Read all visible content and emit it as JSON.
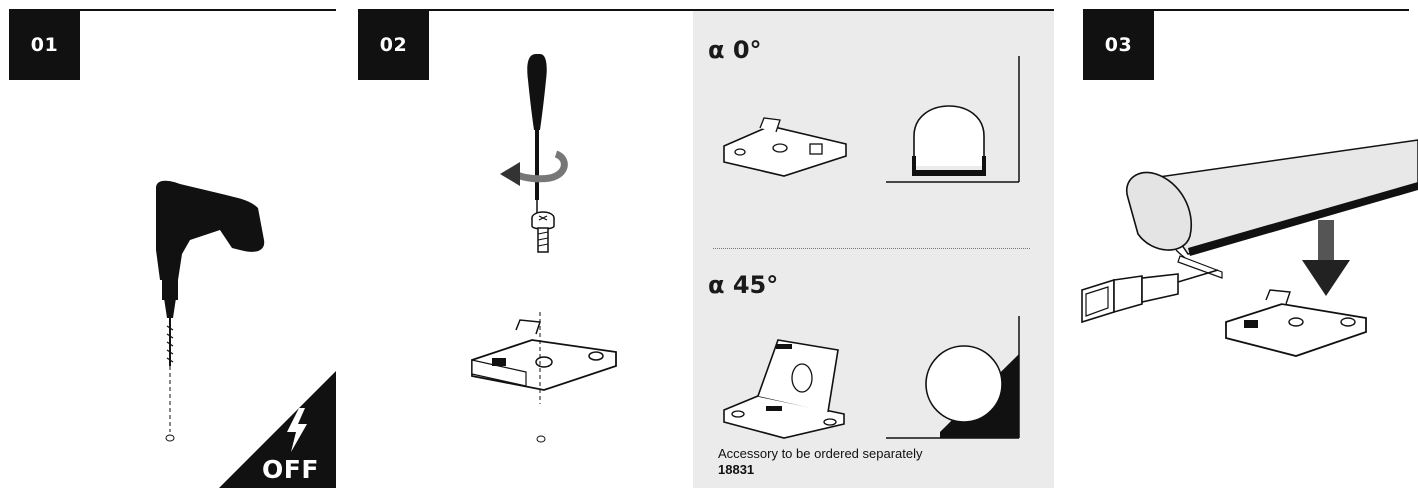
{
  "steps": [
    {
      "number": "01"
    },
    {
      "number": "02"
    },
    {
      "number": "03"
    }
  ],
  "warning": {
    "label": "OFF",
    "icon": "lightning-bolt-icon"
  },
  "accessory": {
    "angle_0_label": "α 0°",
    "angle_45_label": "α 45°",
    "note": "Accessory to be ordered separately",
    "code": "18831"
  },
  "colors": {
    "ink": "#111111",
    "panel_bg": "#ebebeb",
    "badge_text": "#ffffff"
  }
}
